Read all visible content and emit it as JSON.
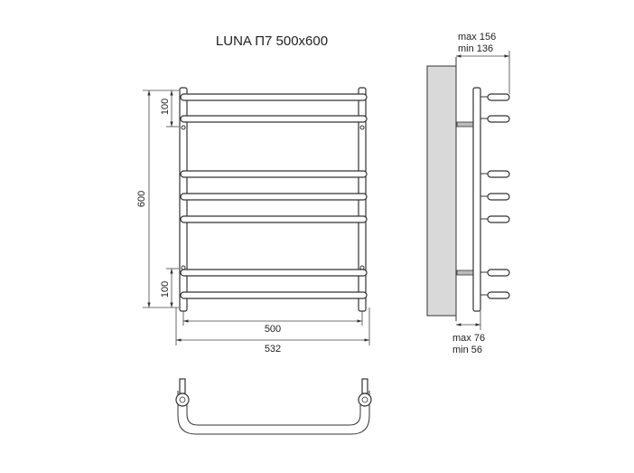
{
  "title": "LUNA П7 500x600",
  "dimensions": {
    "height_total": "600",
    "spacing_top": "100",
    "spacing_bottom": "100",
    "width_inner": "500",
    "width_outer": "532",
    "depth_max": "max 156",
    "depth_min": "min 136",
    "wall_offset_max": "max 76",
    "wall_offset_min": "min 56"
  },
  "colors": {
    "line": "#333333",
    "wall": "#d9d9d9",
    "background": "#ffffff"
  }
}
